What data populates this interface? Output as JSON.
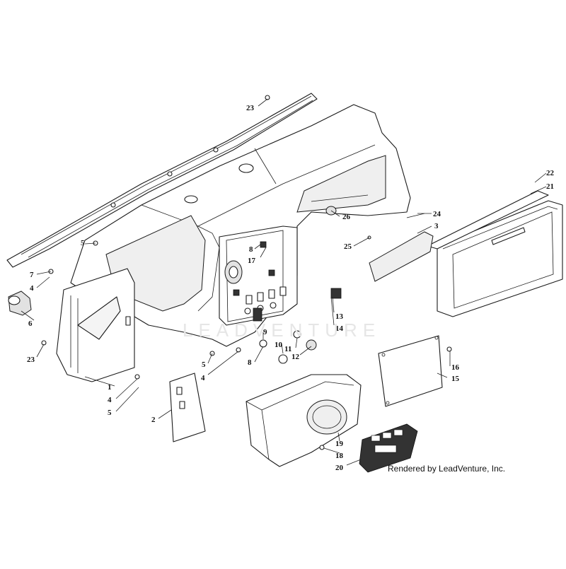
{
  "diagram": {
    "watermark_text": "LEADVENTURE",
    "credit": "Rendered by LeadVenture, Inc.",
    "callouts": [
      {
        "id": "c23a",
        "label": "23"
      },
      {
        "id": "c22",
        "label": "22"
      },
      {
        "id": "c21",
        "label": "21"
      },
      {
        "id": "c24",
        "label": "24"
      },
      {
        "id": "c3",
        "label": "3"
      },
      {
        "id": "c26",
        "label": "26"
      },
      {
        "id": "c25",
        "label": "25"
      },
      {
        "id": "c5a",
        "label": "5"
      },
      {
        "id": "c8a",
        "label": "8"
      },
      {
        "id": "c17",
        "label": "17"
      },
      {
        "id": "c7",
        "label": "7"
      },
      {
        "id": "c4a",
        "label": "4"
      },
      {
        "id": "c6",
        "label": "6"
      },
      {
        "id": "c13",
        "label": "13"
      },
      {
        "id": "c14",
        "label": "14"
      },
      {
        "id": "c9",
        "label": "9"
      },
      {
        "id": "c10",
        "label": "10"
      },
      {
        "id": "c11",
        "label": "11"
      },
      {
        "id": "c12",
        "label": "12"
      },
      {
        "id": "c8b",
        "label": "8"
      },
      {
        "id": "c5b",
        "label": "5"
      },
      {
        "id": "c4b",
        "label": "4"
      },
      {
        "id": "c23b",
        "label": "23"
      },
      {
        "id": "c1",
        "label": "1"
      },
      {
        "id": "c4c",
        "label": "4"
      },
      {
        "id": "c5c",
        "label": "5"
      },
      {
        "id": "c2",
        "label": "2"
      },
      {
        "id": "c16",
        "label": "16"
      },
      {
        "id": "c15",
        "label": "15"
      },
      {
        "id": "c19",
        "label": "19"
      },
      {
        "id": "c18",
        "label": "18"
      },
      {
        "id": "c20",
        "label": "20"
      }
    ]
  }
}
